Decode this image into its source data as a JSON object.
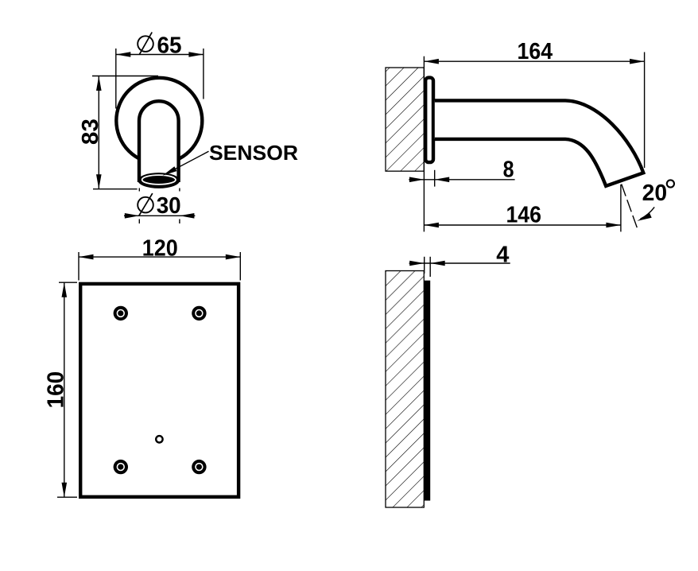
{
  "document": {
    "type": "technical-drawing",
    "background_color": "#ffffff",
    "line_color": "#000000",
    "units_shown": false
  },
  "views": {
    "spout_front": {
      "flange_diameter": "65",
      "height": "83",
      "spout_diameter": "30",
      "sensor_label": "SENSOR",
      "diameter_symbol": "Ø"
    },
    "spout_side": {
      "total_length": "164",
      "flange_thickness": "8",
      "spout_reach": "146",
      "tip_angle": "20",
      "tip_angle_unit": "°"
    },
    "plate_front": {
      "width": "120",
      "height": "160"
    },
    "plate_side": {
      "thickness": "4"
    }
  }
}
